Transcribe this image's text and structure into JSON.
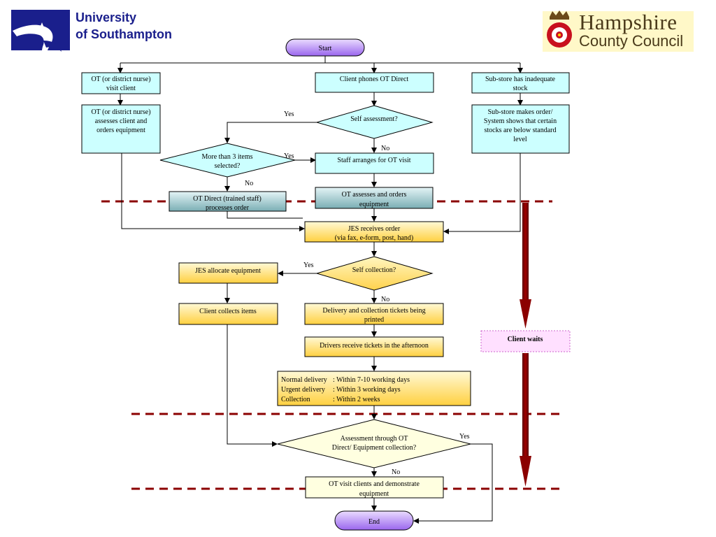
{
  "logos": {
    "uni_line1": "University",
    "uni_line2": "of Southampton",
    "hcc_line1": "Hampshire",
    "hcc_line2": "County Council"
  },
  "nodes": {
    "start": "Start",
    "ot_visit": [
      "OT (or district nurse)",
      "visit client"
    ],
    "client_phones": [
      "Client phones OT Direct"
    ],
    "substore_inadequate": [
      "Sub-store has inadequate",
      "stock"
    ],
    "ot_assesses": [
      "OT (or district nurse)",
      "assesses client and",
      "orders equipment"
    ],
    "self_assessment": [
      "Self assessment?"
    ],
    "substore_order": [
      "Sub-store makes order/",
      "System shows that certain",
      "stocks are below standard",
      "level"
    ],
    "more_than_3": [
      "More than 3 items",
      "selected?"
    ],
    "staff_arranges": [
      "Staff arranges for OT visit"
    ],
    "ot_direct_processes": [
      "OT Direct (trained staff)",
      "processes order"
    ],
    "ot_assesses_orders": [
      "OT assesses and orders",
      "equipment"
    ],
    "jes_receives": [
      "JES receives order",
      "(via fax, e-form, post, hand)"
    ],
    "jes_allocate": [
      "JES allocate  equipment"
    ],
    "self_collection": [
      "Self collection?"
    ],
    "client_collects": [
      "Client collects items"
    ],
    "tickets_printed": [
      "Delivery and collection tickets being",
      "printed"
    ],
    "client_waits": [
      "Client waits"
    ],
    "drivers_receive": [
      "Drivers receive tickets in the afternoon"
    ],
    "delivery_times": [
      {
        "label": "Normal delivery",
        "value": ": Within 7-10 working days"
      },
      {
        "label": "Urgent delivery",
        "value": ": Within 3 working days"
      },
      {
        "label": "Collection",
        "value": ": Within 2 weeks"
      }
    ],
    "assessment_through": [
      "Assessment through OT",
      "Direct/ Equipment collection?"
    ],
    "ot_visit_demo": [
      "OT visit clients and demonstrate",
      "equipment"
    ],
    "end": "End"
  },
  "edge_labels": {
    "yes_self_assessment": "Yes",
    "no_self_assessment": "No",
    "yes_more_than_3": "Yes",
    "no_more_than_3": "No",
    "yes_self_collection": "Yes",
    "no_self_collection": "No",
    "yes_assessment": "Yes",
    "no_assessment": "No"
  },
  "colors": {
    "cyan_fill": "#ccffff",
    "teal_fill_top": "#d9eef0",
    "teal_fill_bottom": "#7fb0b5",
    "yellow_top": "#fff8cc",
    "yellow_bottom": "#ffd24d",
    "pale_yellow": "#ffffe0",
    "purple_top": "#e8d4ff",
    "purple_bottom": "#9966ee",
    "pink_fill": "#ffe0ff",
    "dashed_line": "#8b0000",
    "brand_blue": "#1a1f8c"
  }
}
